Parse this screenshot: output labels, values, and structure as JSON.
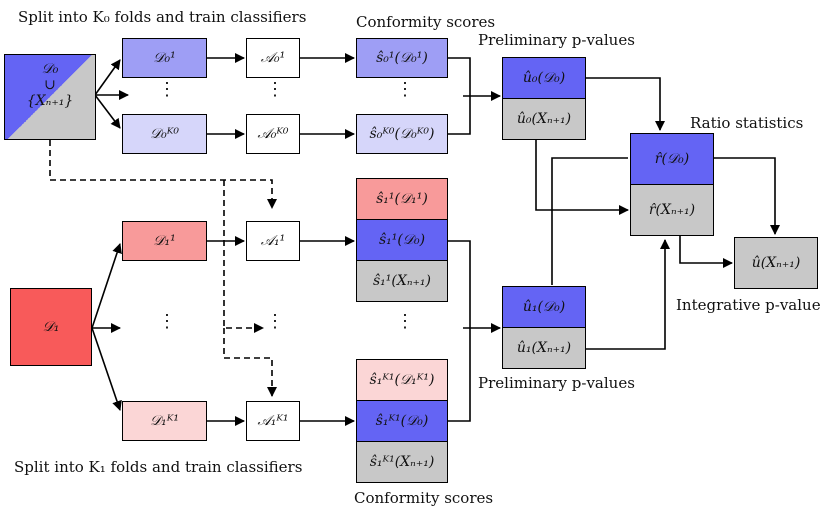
{
  "colors": {
    "blue_dark": "#6464f4",
    "blue_mid": "#9e9ef5",
    "blue_light": "#d6d6fa",
    "red_dark": "#f85a5a",
    "red_mid": "#f89a9a",
    "red_light": "#fbd6d6",
    "gray": "#c8c8c8",
    "white": "#ffffff"
  },
  "labels": {
    "split_k0": "Split into K₀ folds and train classifiers",
    "split_k1": "Split into K₁ folds and train classifiers",
    "conformity_top": "Conformity scores",
    "conformity_bottom": "Conformity scores",
    "prelim_top": "Preliminary p-values",
    "prelim_bottom": "Preliminary p-values",
    "ratio": "Ratio statistics",
    "integrative": "Integrative p-value"
  },
  "nodes": {
    "d0_top": "𝒟₀",
    "d0_cup": "∪",
    "d0_bottom": "{Xₙ₊₁}",
    "d1": "𝒟₁",
    "d0_fold1": "𝒟₀¹",
    "d0_foldk": "𝒟₀ᴷ⁰",
    "a0_1": "𝒜₀¹",
    "a0_k": "𝒜₀ᴷ⁰",
    "s0_1": "ŝ₀¹(𝒟₀¹)",
    "s0_k": "ŝ₀ᴷ⁰(𝒟₀ᴷ⁰)",
    "u0_d0": "û₀(𝒟₀)",
    "u0_x": "û₀(Xₙ₊₁)",
    "d1_fold1": "𝒟₁¹",
    "d1_foldk": "𝒟₁ᴷ¹",
    "a1_1": "𝒜₁¹",
    "a1_k": "𝒜₁ᴷ¹",
    "s1_1_d1": "ŝ₁¹(𝒟₁¹)",
    "s1_1_d0": "ŝ₁¹(𝒟₀)",
    "s1_1_x": "ŝ₁¹(Xₙ₊₁)",
    "s1_k_d1": "ŝ₁ᴷ¹(𝒟₁ᴷ¹)",
    "s1_k_d0": "ŝ₁ᴷ¹(𝒟₀)",
    "s1_k_x": "ŝ₁ᴷ¹(Xₙ₊₁)",
    "u1_d0": "û₁(𝒟₀)",
    "u1_x": "û₁(Xₙ₊₁)",
    "r_d0": "r̂(𝒟₀)",
    "r_x": "r̂(Xₙ₊₁)",
    "u_x": "û(Xₙ₊₁)"
  },
  "ellipsis": "⋮"
}
